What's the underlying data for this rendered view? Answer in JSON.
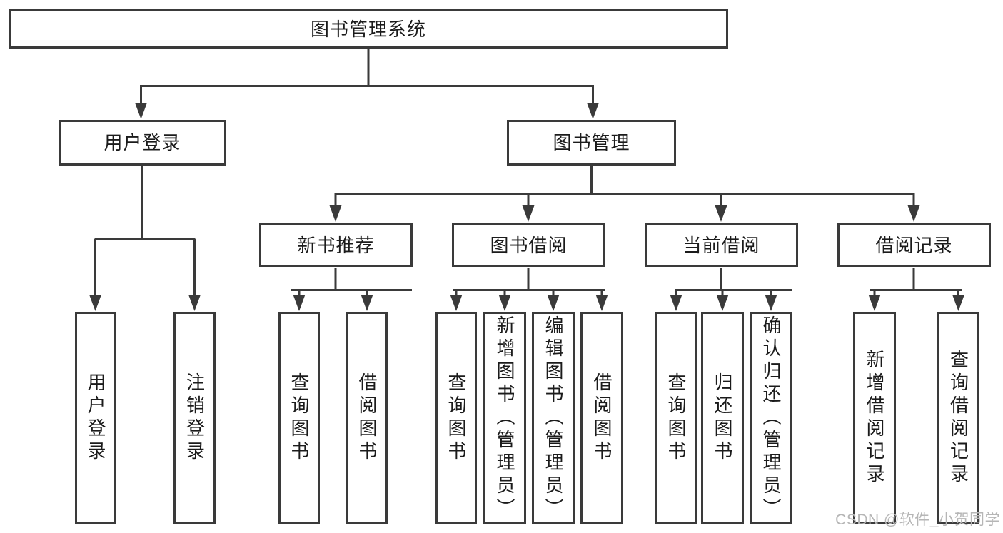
{
  "diagram_type": "hierarchy-tree",
  "nodes": {
    "root": "图书管理系统",
    "user_login": "用户登录",
    "book_management": "图书管理",
    "new_book_recommendation": "新书推荐",
    "book_borrowing": "图书借阅",
    "current_borrowing": "当前借阅",
    "borrowing_records": "借阅记录",
    "leaf_user_login": "用户登录",
    "leaf_logout": "注销登录",
    "leaf_query_books_recommendation": "查询图书",
    "leaf_borrow_books_recommendation": "借阅图书",
    "leaf_query_books_borrowing": "查询图书",
    "leaf_add_books_admin": "新增图书（管理员）",
    "leaf_edit_books_admin": "编辑图书（管理员）",
    "leaf_borrow_books_borrowing": "借阅图书",
    "leaf_query_books_current": "查询图书",
    "leaf_return_books": "归还图书",
    "leaf_confirm_return_admin": "确认归还（管理员）",
    "leaf_add_borrowing_record": "新增借阅记录",
    "leaf_query_borrowing_record": "查询借阅记录"
  },
  "hierarchy": [
    {
      "parent": "图书管理系统",
      "children": [
        "用户登录",
        "图书管理"
      ]
    },
    {
      "parent": "用户登录",
      "children": [
        "用户登录",
        "注销登录"
      ]
    },
    {
      "parent": "图书管理",
      "children": [
        "新书推荐",
        "图书借阅",
        "当前借阅",
        "借阅记录"
      ]
    },
    {
      "parent": "新书推荐",
      "children": [
        "查询图书",
        "借阅图书"
      ]
    },
    {
      "parent": "图书借阅",
      "children": [
        "查询图书",
        "新增图书（管理员）",
        "编辑图书（管理员）",
        "借阅图书"
      ]
    },
    {
      "parent": "当前借阅",
      "children": [
        "查询图书",
        "归还图书",
        "确认归还（管理员）"
      ]
    },
    {
      "parent": "借阅记录",
      "children": [
        "新增借阅记录",
        "查询借阅记录"
      ]
    }
  ],
  "watermark": "CSDN @软件_小贺同学",
  "colors": {
    "line-color": "#3a3a3a",
    "text-color": "#1b1b1b",
    "box-bg": "#ffffff",
    "watermark-color": "#b6b6b6"
  }
}
